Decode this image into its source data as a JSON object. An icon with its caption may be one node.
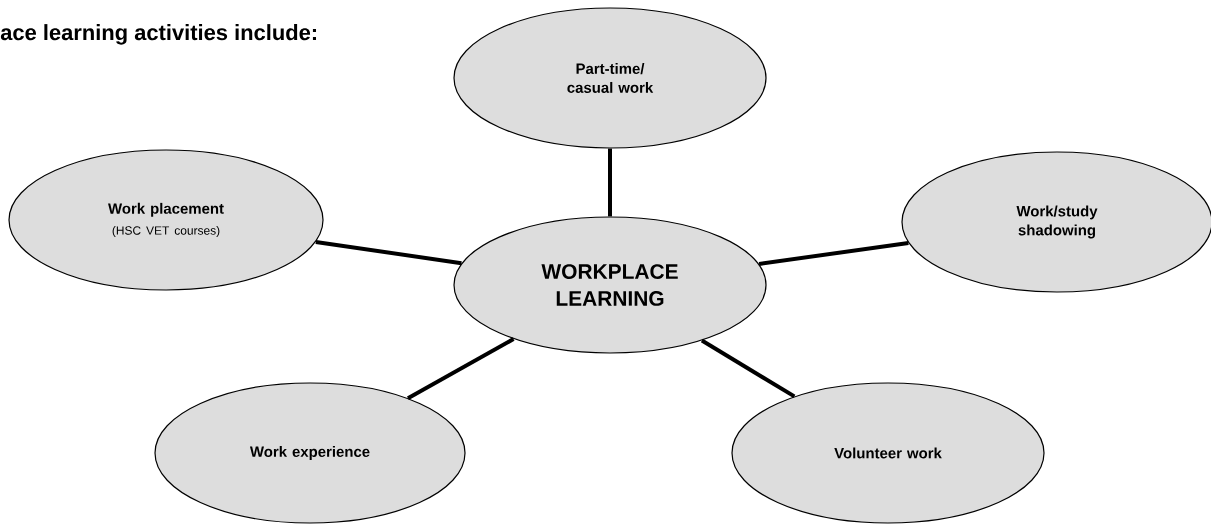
{
  "diagram": {
    "title": "ace learning activities include:",
    "nodes": [
      {
        "text": [
          "Part-time/ casual work"
        ]
      },
      {
        "text": [
          "Work placement",
          "(HSC VET courses)"
        ]
      },
      {
        "text": [
          "WORKPLACE LEARNING"
        ]
      },
      {
        "text": [
          "Work/study shadowing"
        ]
      },
      {
        "text": [
          "Work experience"
        ]
      },
      {
        "text": [
          "Volunteer work"
        ]
      }
    ],
    "edges": [
      {
        "from": 2,
        "to": 0,
        "arrow": "none"
      },
      {
        "from": 2,
        "to": 1,
        "arrow": "none"
      },
      {
        "from": 2,
        "to": 3,
        "arrow": "none"
      },
      {
        "from": 2,
        "to": 4,
        "arrow": "none"
      },
      {
        "from": 2,
        "to": 5,
        "arrow": "none"
      }
    ]
  }
}
